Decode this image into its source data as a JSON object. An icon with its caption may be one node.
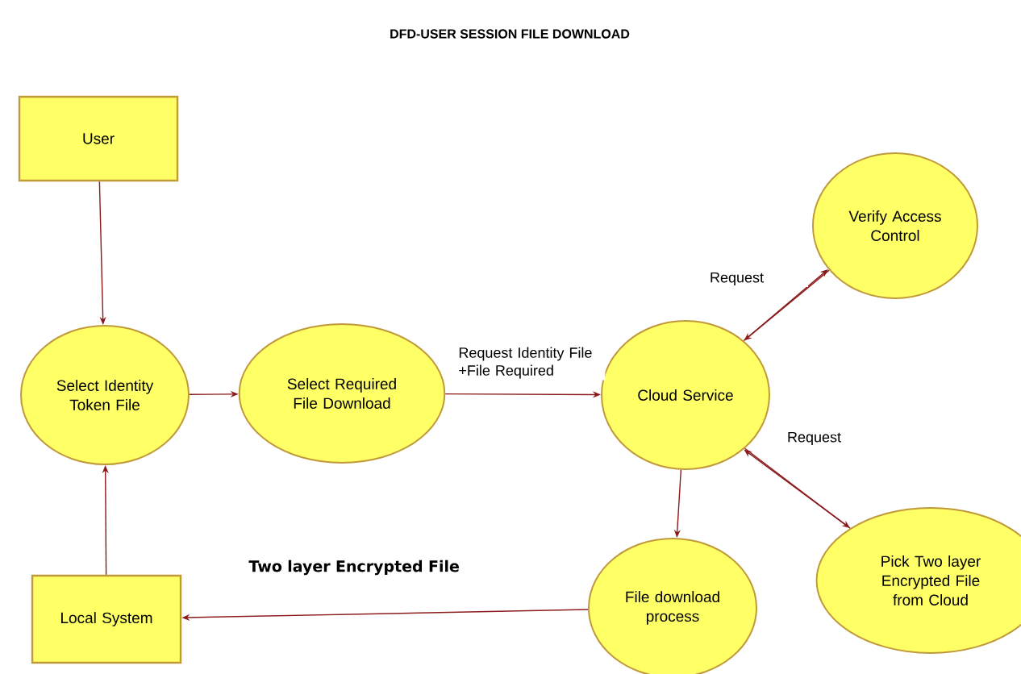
{
  "diagram": {
    "title": "DFD-USER SESSION FILE DOWNLOAD",
    "nodes": [
      {
        "text": [
          "User"
        ]
      },
      {
        "text": [
          "Select Identity Token File"
        ]
      },
      {
        "text": [
          "Select Required File Download"
        ]
      },
      {
        "text": [
          "Cloud Service"
        ]
      },
      {
        "text": [
          "Verify Access Control"
        ]
      },
      {
        "text": [
          "Pick Two layer Encrypted File from Cloud"
        ]
      },
      {
        "text": [
          "File download process"
        ]
      },
      {
        "text": [
          "Local System"
        ]
      }
    ],
    "edges": [
      {
        "from": 0,
        "to": 1,
        "arrow": "to"
      },
      {
        "from": 1,
        "to": 2,
        "arrow": "to"
      },
      {
        "from": 2,
        "to": 3,
        "arrow": "to",
        "label": "Request Identity File +File Required"
      },
      {
        "from": 3,
        "to": 4,
        "arrow": "to",
        "label": "Request"
      },
      {
        "from": 4,
        "to": 3,
        "arrow": "to"
      },
      {
        "from": 3,
        "to": 5,
        "arrow": "to",
        "label": "Request"
      },
      {
        "from": 5,
        "to": 3,
        "arrow": "to"
      },
      {
        "from": 3,
        "to": 6,
        "arrow": "to"
      },
      {
        "from": 6,
        "to": 7,
        "arrow": "to",
        "label": "Two layer Encrypted File"
      },
      {
        "from": 7,
        "to": 1,
        "arrow": "to"
      }
    ]
  }
}
